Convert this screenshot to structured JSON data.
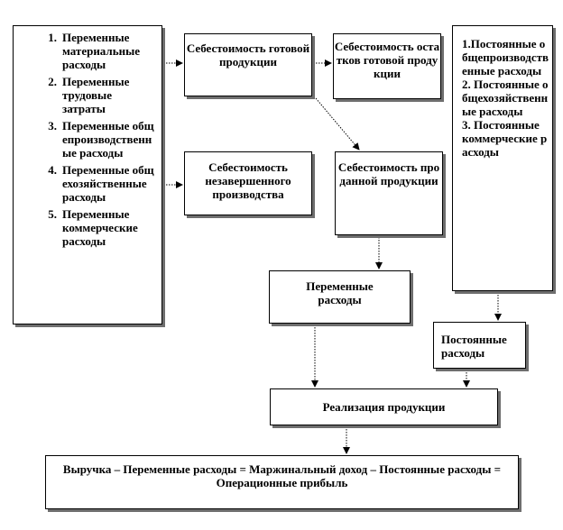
{
  "variable_costs_box": {
    "items": [
      {
        "num": "1.",
        "text": "Переменные материальные расходы"
      },
      {
        "num": "2.",
        "text": "Переменные трудовые затраты"
      },
      {
        "num": "3.",
        "text": "Переменные общепроизводственные расходы"
      },
      {
        "num": "4.",
        "text": "Переменные общехозяйственные расходы"
      },
      {
        "num": "5.",
        "text": "Переменные коммерческие расходы"
      }
    ]
  },
  "finished_goods_cost": "Себестоимость готовой продукции",
  "finished_goods_remainder_cost": "Себестоимость остатков готовой продукции",
  "fixed_costs_box": {
    "line1": "1.Постоянные общепроизводственные расходы",
    "line2": "2. Постоянные общехозяйственные расходы",
    "line3": "3. Постоянные коммерческие расходы"
  },
  "wip_cost": "Себестоимость незавершенного производства",
  "sold_goods_cost": "Себестоимость проданной продукции",
  "variable_costs": "Переменные расходы",
  "fixed_costs": "Постоянные расходы",
  "sales": "Реализация продукции",
  "formula": "Выручка – Переменные расходы = Маржинальный доход – Постоянные расходы = Операционные прибыль"
}
